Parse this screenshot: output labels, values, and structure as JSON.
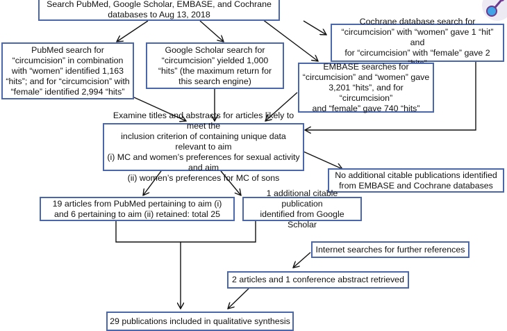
{
  "flowchart": {
    "boxes": {
      "search_all": "Search PubMed, Google Scholar, EMBASE, and Cochrane databases to Aug 13, 2018",
      "pubmed": "PubMed search for\n“circumcision” in combination\nwith “women” identified 1,163\n“hits”; and for “circumcision” with\n“female” identified 2,994 “hits”",
      "google_scholar": "Google Scholar search for\n“circumcision” yielded 1,000\n“hits” (the maximum return for\nthis search engine)",
      "cochrane": "Cochrane database search for\n“circumcision” with “women” gave 1 “hit” and\nfor “circumcision” with “female” gave 2 “hits”",
      "embase": "EMBASE searches for\n“circumcision” and “women” gave\n3,201 “hits”, and for “circumcision”\nand “female” gave 740 “hits”",
      "examine": "Examine titles and abstracts for articles likely to meet the\ninclusion criterion of containing unique data relevant to aim\n(i) MC and women’s preferences for sexual activity and aim\n(ii) women’s preferences for MC of sons",
      "no_additional": "No additional citable publications identified\nfrom EMBASE and Cochrane databases",
      "pubmed_retained": "19 articles from PubMed pertaining to aim (i)\nand 6 pertaining to aim (ii) retained: total 25",
      "google_additional": "1 additional citable publication\nidentified from Google Scholar",
      "internet_searches": "Internet searches for further references",
      "articles_retrieved": "2 articles and 1 conference abstract retrieved",
      "final": "29 publications included in qualitative synthesis"
    },
    "colors": {
      "box_border": "#4a67ad",
      "arrow": "#111111"
    }
  },
  "corner_icon": "magnifier-icon"
}
